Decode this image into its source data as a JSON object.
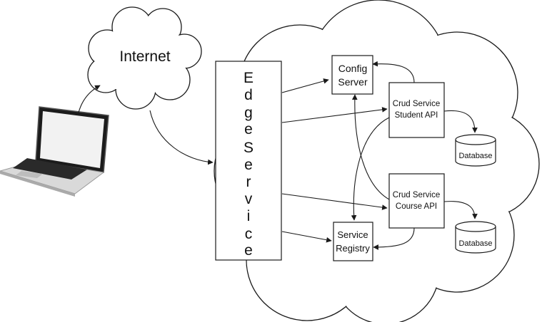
{
  "internet": {
    "label": "Internet"
  },
  "edge_service": {
    "letters": [
      "E",
      "d",
      "g",
      "e",
      "",
      "S",
      "e",
      "r",
      "v",
      "i",
      "c",
      "e"
    ]
  },
  "config_server": {
    "line1": "Config",
    "line2": "Server"
  },
  "student_api": {
    "line1": "Crud Service",
    "line2": "Student API"
  },
  "course_api": {
    "line1": "Crud Service",
    "line2": "Course API"
  },
  "service_registry": {
    "line1": "Service",
    "line2": "Registry"
  },
  "db_student": {
    "label": "Database"
  },
  "db_course": {
    "label": "Database"
  },
  "colors": {
    "stroke": "#1a1a1a",
    "fill": "#ffffff",
    "laptop_body": "#d9d9d9",
    "laptop_screen": "#1c1c1c"
  }
}
